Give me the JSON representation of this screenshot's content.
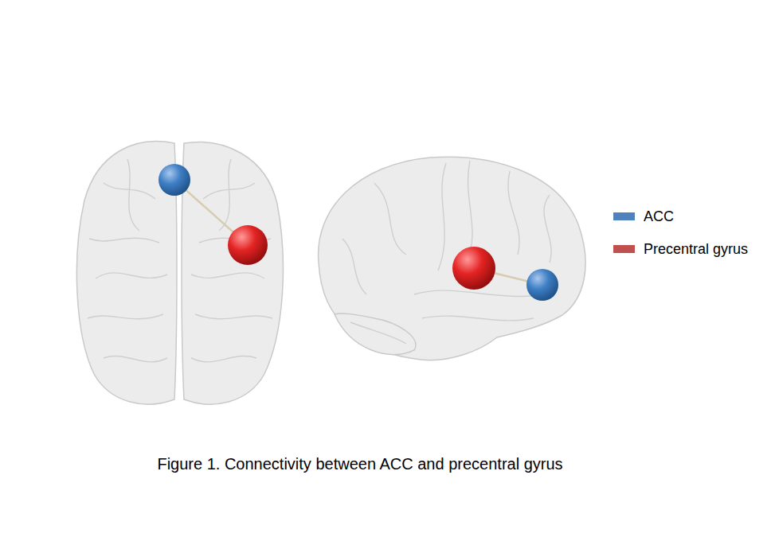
{
  "diagram": {
    "caption": "Figure 1. Connectivity between ACC and precentral gyrus",
    "legend": [
      {
        "text": "ACC",
        "color": "#4f81bd"
      },
      {
        "text": "Precentral gyrus",
        "color": "#c0504d"
      }
    ]
  }
}
